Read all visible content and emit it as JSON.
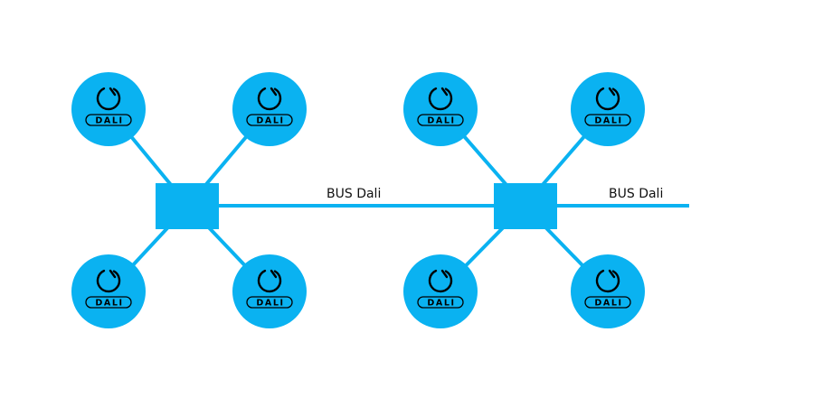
{
  "colors": {
    "node": "#0ab2f1",
    "hub": "#0ab2f1",
    "line": "#0ab2f1",
    "logo_ink": "#000000",
    "label_ink": "#111111"
  },
  "bus_labels": [
    "BUS Dali",
    "BUS Dali"
  ],
  "devices": [
    {
      "logo_text": "DALI",
      "logo_icon": "power-ring-icon"
    },
    {
      "logo_text": "DALI",
      "logo_icon": "power-ring-icon"
    },
    {
      "logo_text": "DALI",
      "logo_icon": "power-ring-icon"
    },
    {
      "logo_text": "DALI",
      "logo_icon": "power-ring-icon"
    },
    {
      "logo_text": "DALI",
      "logo_icon": "power-ring-icon"
    },
    {
      "logo_text": "DALI",
      "logo_icon": "power-ring-icon"
    },
    {
      "logo_text": "DALI",
      "logo_icon": "power-ring-icon"
    },
    {
      "logo_text": "DALI",
      "logo_icon": "power-ring-icon"
    }
  ]
}
